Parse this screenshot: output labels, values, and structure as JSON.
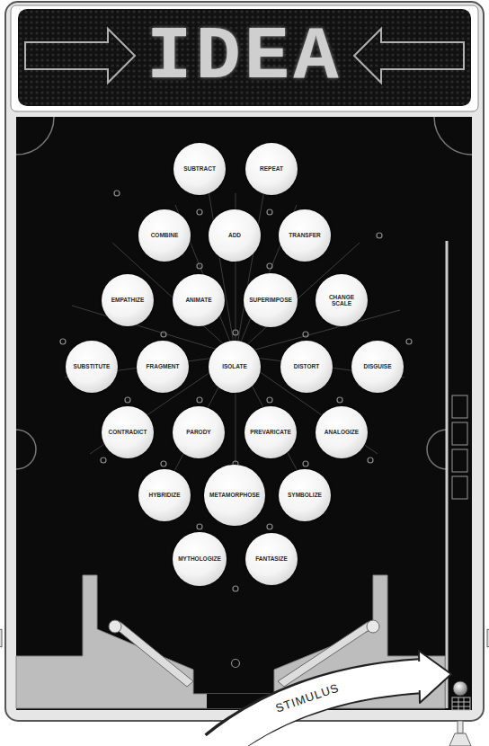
{
  "diagram": {
    "nodes": [
      {
        "text": [
          "IDEA"
        ]
      },
      {
        "text": [
          "SUBTRACT"
        ]
      },
      {
        "text": [
          "REPEAT"
        ]
      },
      {
        "text": [
          "COMBINE"
        ]
      },
      {
        "text": [
          "ADD"
        ]
      },
      {
        "text": [
          "TRANSFER"
        ]
      },
      {
        "text": [
          "EMPATHIZE"
        ]
      },
      {
        "text": [
          "ANIMATE"
        ]
      },
      {
        "text": [
          "SUPERIMPOSE"
        ]
      },
      {
        "text": [
          "CHANGE SCALE"
        ]
      },
      {
        "text": [
          "SUBSTITUTE"
        ]
      },
      {
        "text": [
          "FRAGMENT"
        ]
      },
      {
        "text": [
          "ISOLATE"
        ]
      },
      {
        "text": [
          "DISTORT"
        ]
      },
      {
        "text": [
          "DISGUISE"
        ]
      },
      {
        "text": [
          "CONTRADICT"
        ]
      },
      {
        "text": [
          "PARODY"
        ]
      },
      {
        "text": [
          "PREVARICATE"
        ]
      },
      {
        "text": [
          "ANALOGIZE"
        ]
      },
      {
        "text": [
          "HYBRIDIZE"
        ]
      },
      {
        "text": [
          "METAMORPHOSE"
        ]
      },
      {
        "text": [
          "SYMBOLIZE"
        ]
      },
      {
        "text": [
          "MYTHOLOGIZE"
        ]
      },
      {
        "text": [
          "FANTASIZE"
        ]
      }
    ],
    "labels": [
      "STIMULUS"
    ]
  }
}
